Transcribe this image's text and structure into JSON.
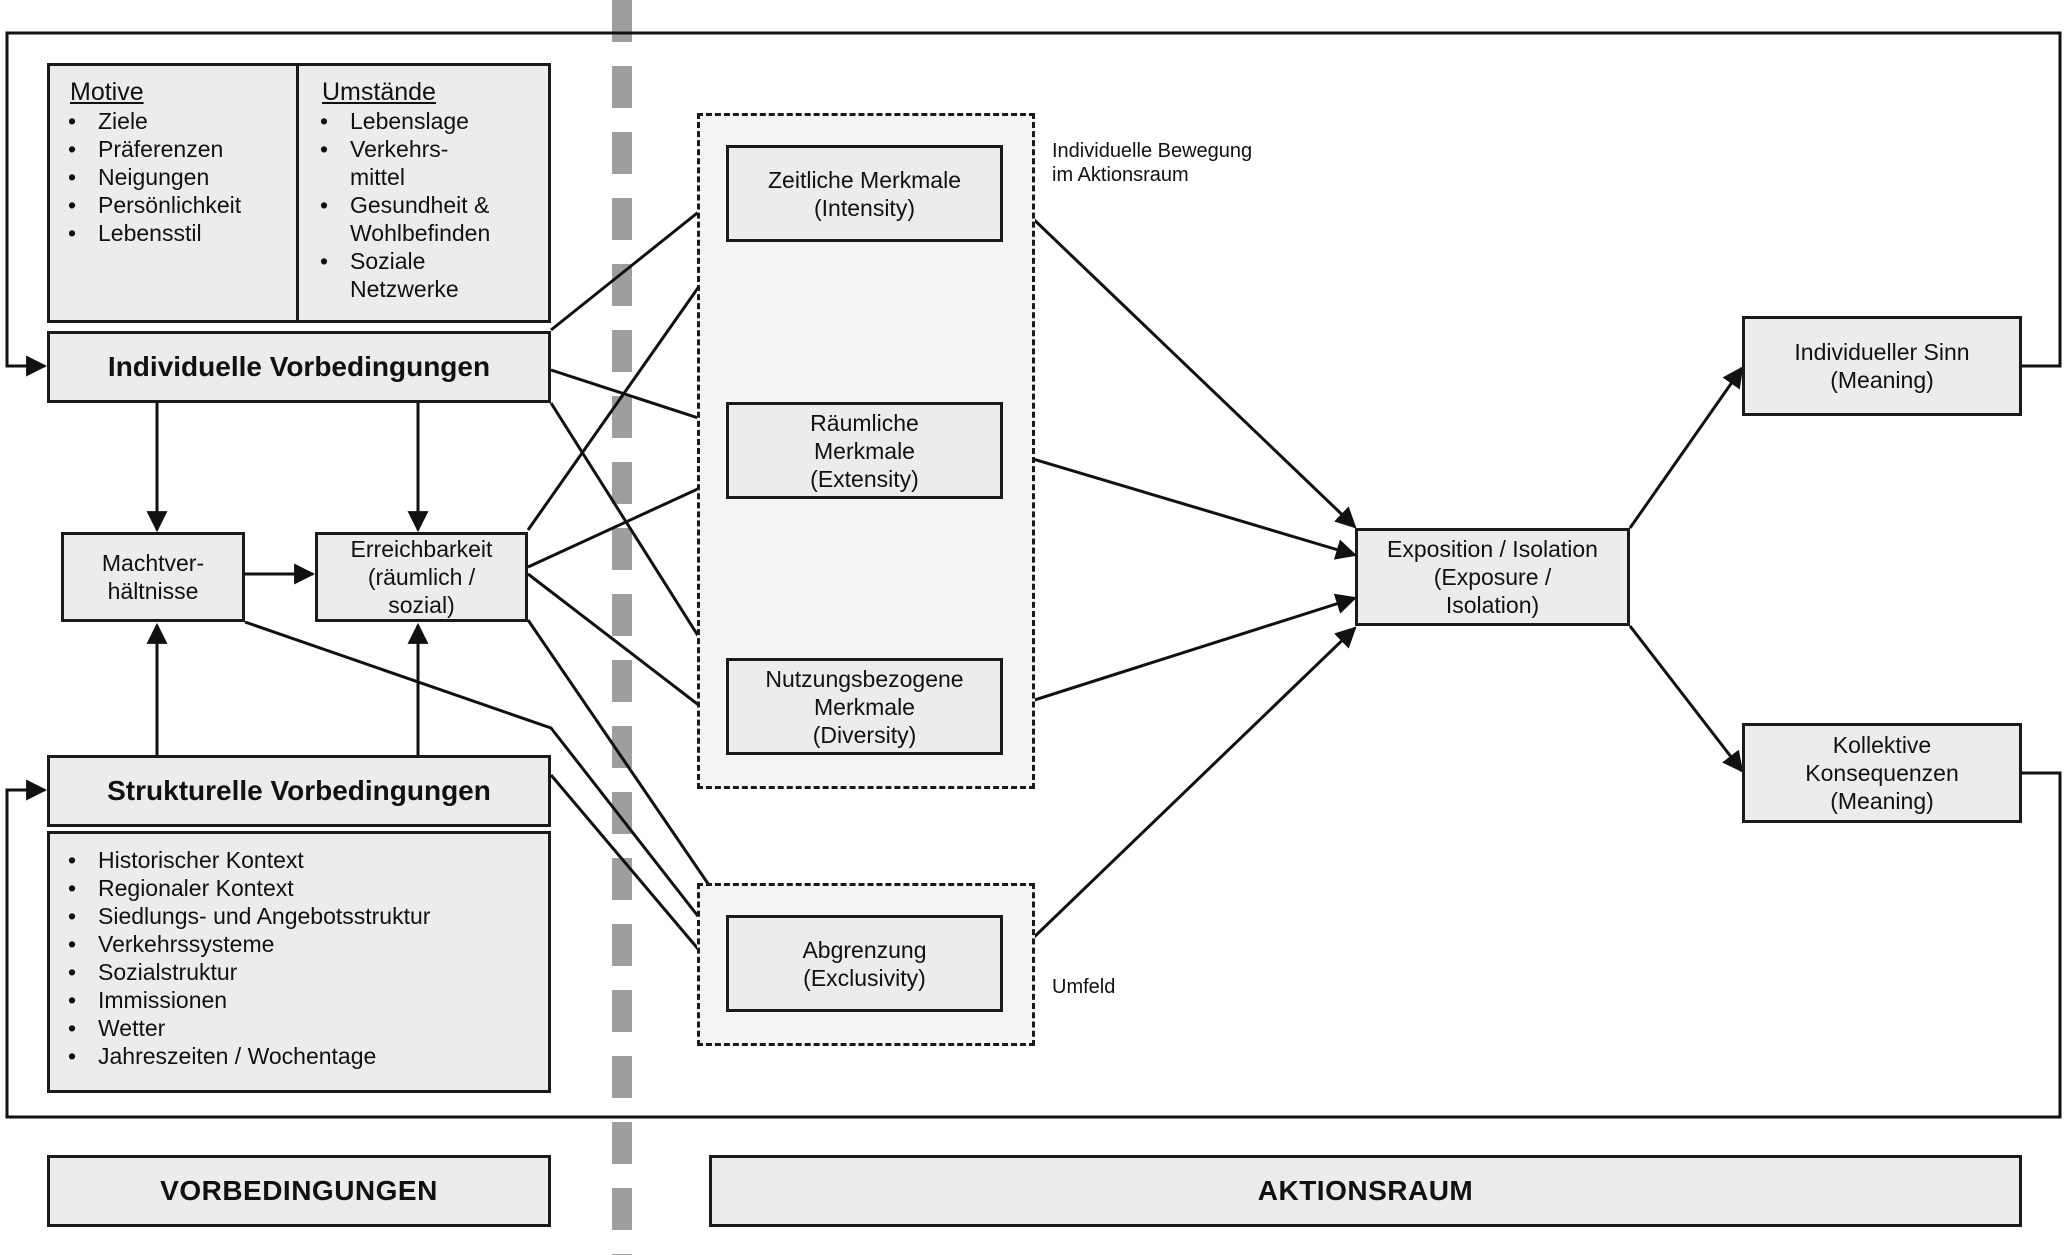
{
  "boxes": {
    "motive": {
      "heading": "Motive",
      "items": [
        "Ziele",
        "Präferenzen",
        "Neigungen",
        "Persönlichkeit",
        "Lebensstil"
      ]
    },
    "umstaende": {
      "heading": "Umstände",
      "items": [
        "Lebenslage",
        "Verkehrs-\nmittel",
        "Gesundheit &\nWohlbefinden",
        "Soziale\nNetzwerke"
      ]
    },
    "individuelle_vorbedingungen": {
      "label": "Individuelle Vorbedingungen"
    },
    "machtverhaeltnisse": {
      "lines": [
        "Machtver-",
        "hältnisse"
      ]
    },
    "erreichbarkeit": {
      "lines": [
        "Erreichbarkeit",
        "(räumlich /",
        "sozial)"
      ]
    },
    "strukturelle_vorbedingungen": {
      "label": "Strukturelle Vorbedingungen"
    },
    "strukturelle_liste": {
      "items": [
        "Historischer Kontext",
        "Regionaler Kontext",
        "Siedlungs- und Angebotsstruktur",
        "Verkehrssysteme",
        "Sozialstruktur",
        "Immissionen",
        "Wetter",
        "Jahreszeiten / Wochentage"
      ]
    },
    "zeitliche": {
      "lines": [
        "Zeitliche Merkmale",
        "(Intensity)"
      ]
    },
    "raeumliche": {
      "lines": [
        "Räumliche",
        "Merkmale",
        "(Extensity)"
      ]
    },
    "nutzungsbezogene": {
      "lines": [
        "Nutzungsbezogene",
        "Merkmale",
        "(Diversity)"
      ]
    },
    "abgrenzung": {
      "lines": [
        "Abgrenzung",
        "(Exclusivity)"
      ]
    },
    "exposition": {
      "lines": [
        "Exposition / Isolation",
        "(Exposure /",
        "Isolation)"
      ]
    },
    "individueller_sinn": {
      "lines": [
        "Individueller Sinn",
        "(Meaning)"
      ]
    },
    "kollektive": {
      "lines": [
        "Kollektive",
        "Konsequenzen",
        "(Meaning)"
      ]
    }
  },
  "notes": {
    "bewegung": "Individuelle Bewegung\nim Aktionsraum",
    "umfeld": "Umfeld"
  },
  "sections": {
    "vorbedingungen": "VORBEDINGUNGEN",
    "aktionsraum": "AKTIONSRAUM"
  }
}
